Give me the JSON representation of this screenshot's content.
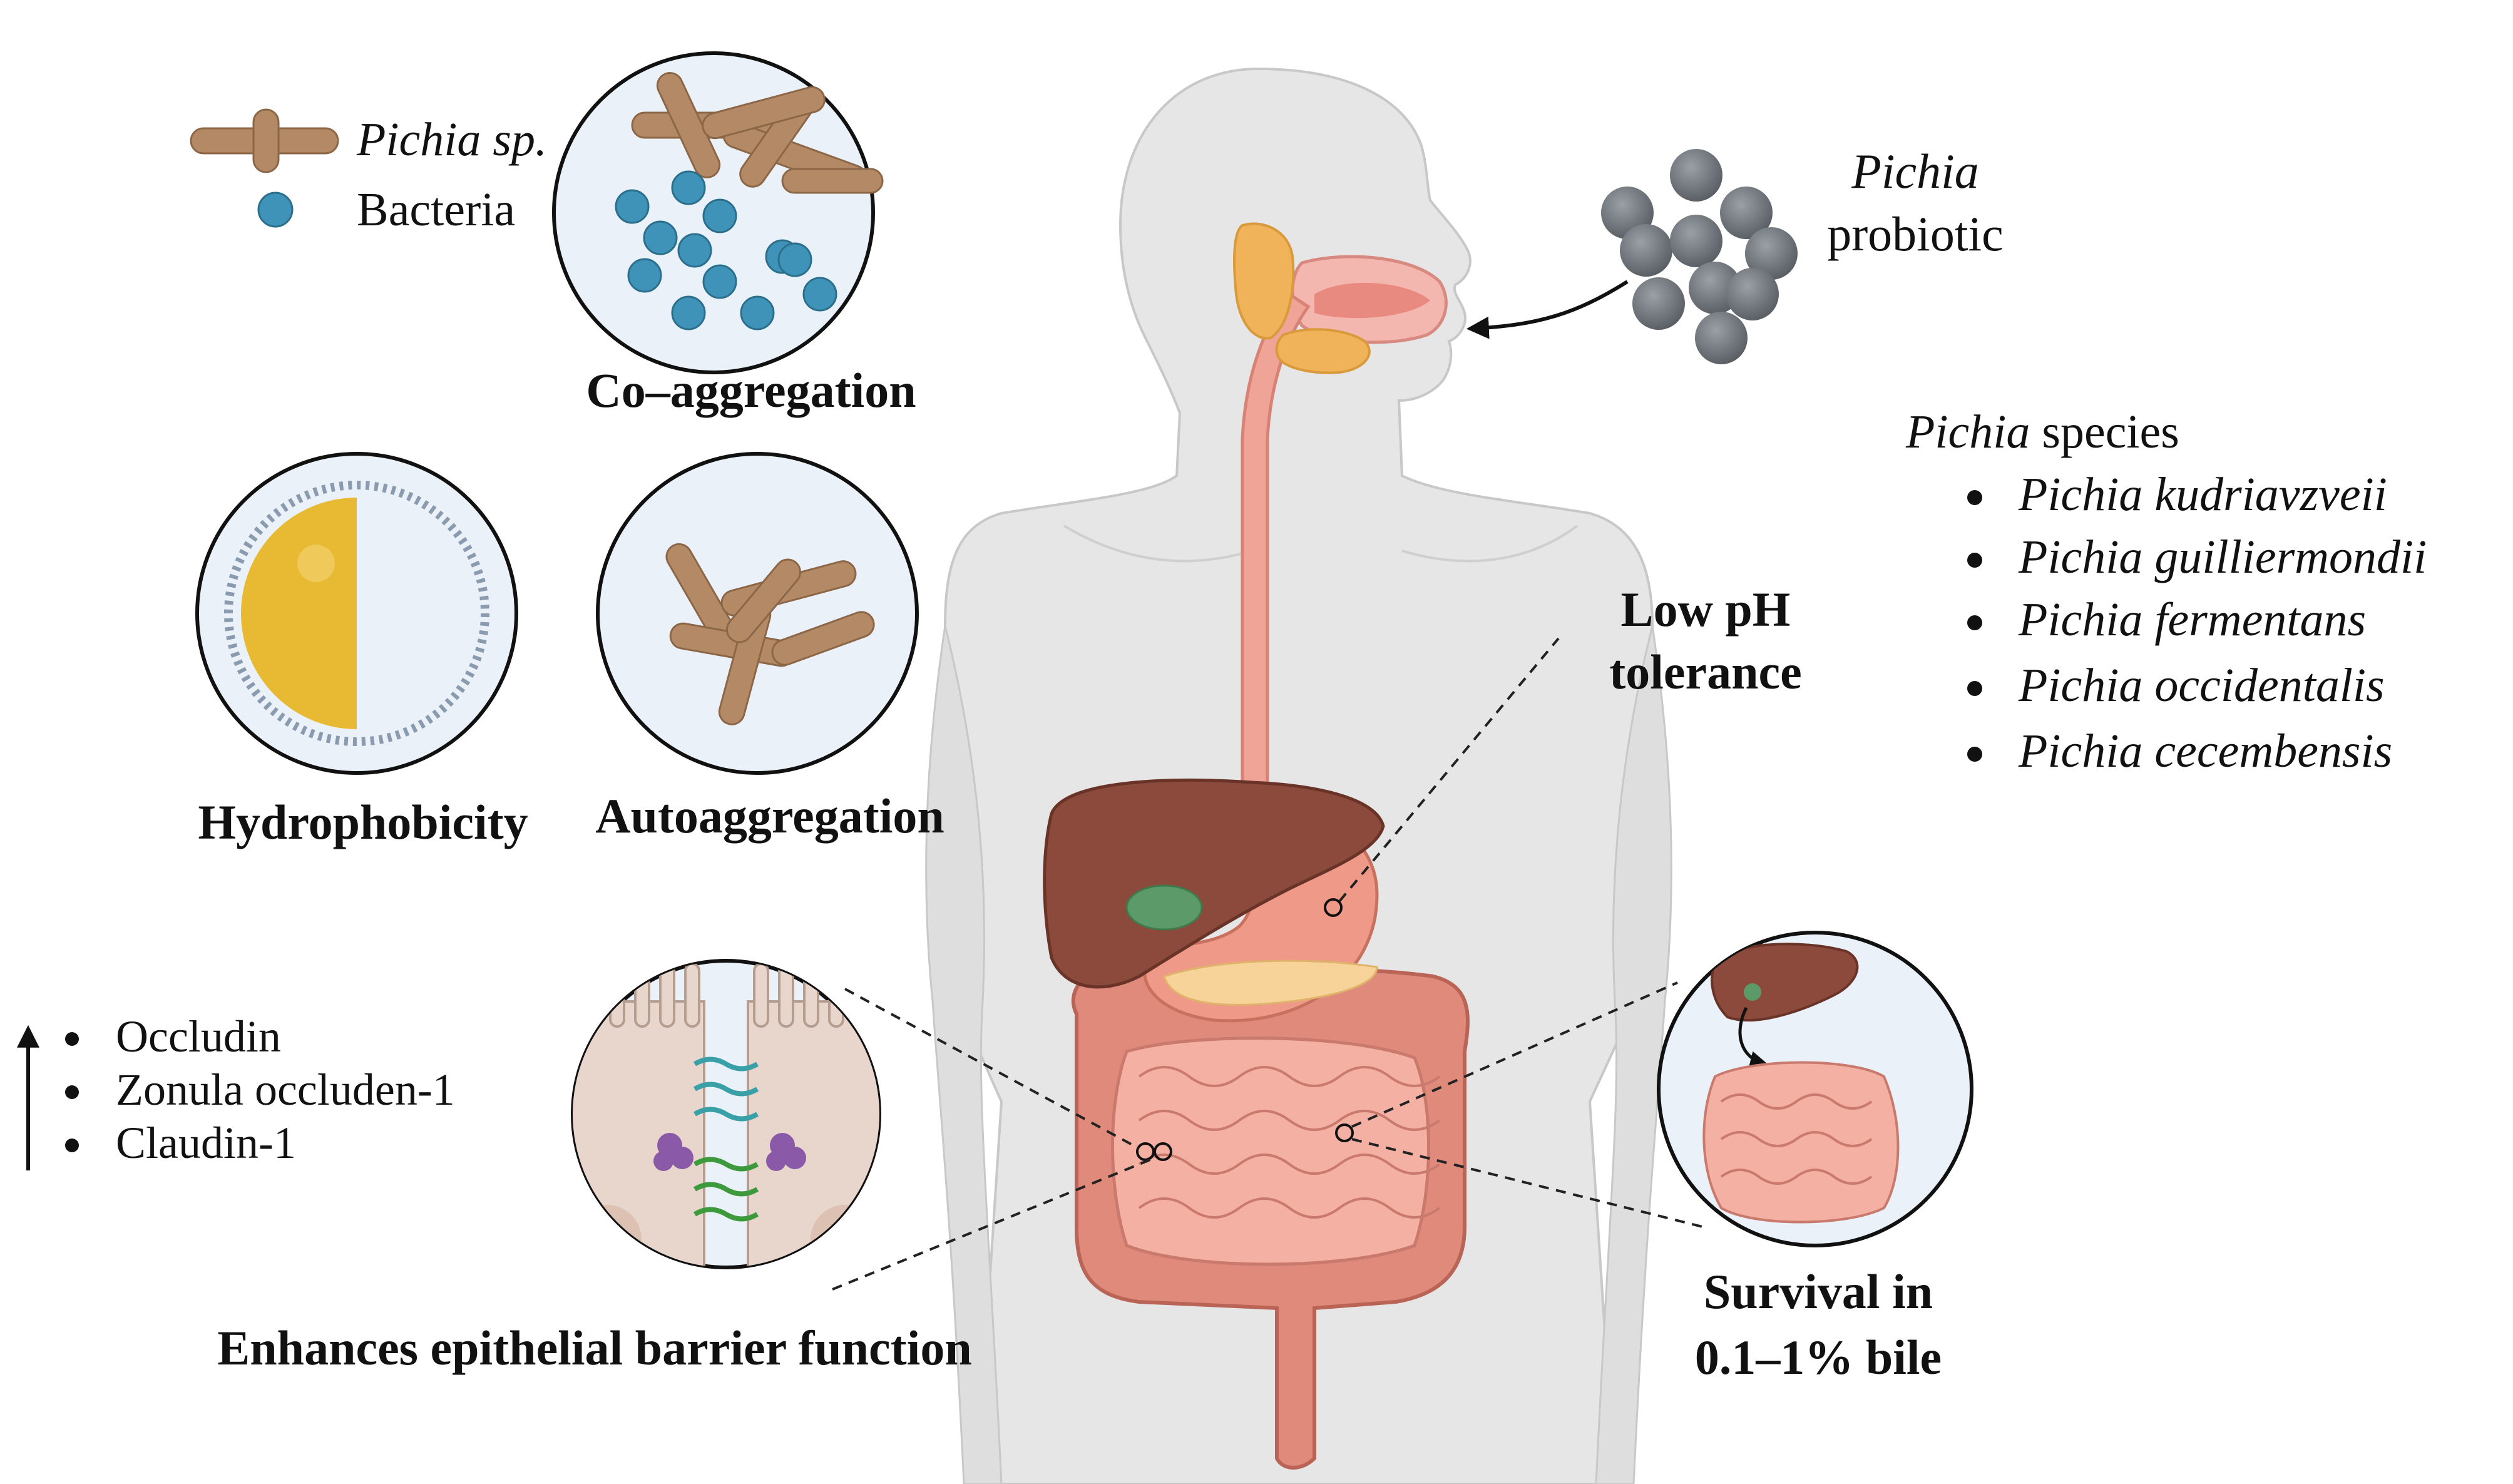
{
  "legend": {
    "pichia": "Pichia sp.",
    "bacteria": "Bacteria"
  },
  "panels": {
    "coaggregation": "Co–aggregation",
    "hydrophobicity": "Hydrophobicity",
    "autoaggregation": "Autoaggregation",
    "barrier": "Enhances epithelial barrier function"
  },
  "barrier_proteins": [
    "Occludin",
    "Zonula occluden-1",
    "Claudin-1"
  ],
  "probiotic": {
    "line1": "Pichia",
    "line2": "probiotic"
  },
  "species": {
    "title_italic": "Pichia",
    "title_rest": " species",
    "items": [
      "Pichia kudriavzveii",
      "Pichia guilliermondii",
      "Pichia fermentans",
      "Pichia occidentalis",
      "Pichia cecembensis"
    ]
  },
  "low_ph": {
    "line1": "Low pH",
    "line2": "tolerance"
  },
  "bile": {
    "line1": "Survival in",
    "line2": "0.1–1% bile"
  },
  "colors": {
    "body": "#e6e6e6",
    "body_outline": "#c8c8c8",
    "yeast": "#b48a66",
    "bacteria": "#3f93b8",
    "panel_fill": "#eaf1f8",
    "liver": "#8b4a3c",
    "intestine": "#e69a8c",
    "stomach": "#ef9a88",
    "gallbladder": "#5c9a6a",
    "hydro_yellow": "#e8b932",
    "probiotic_grey": "#6f7478"
  }
}
